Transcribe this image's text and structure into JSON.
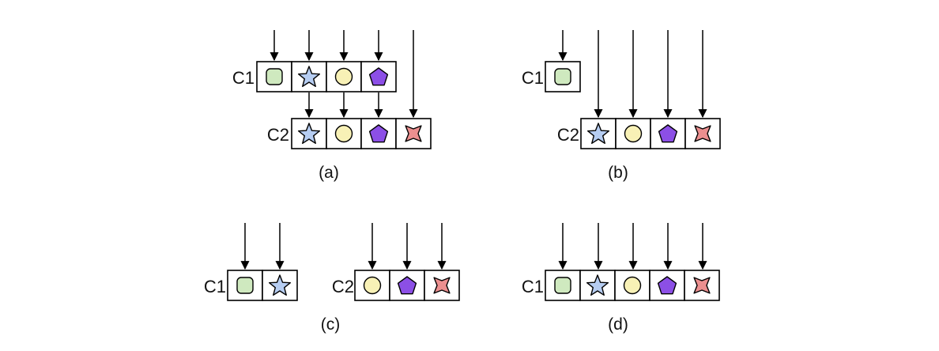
{
  "colors": {
    "square": "#cfe9bf",
    "star": "#b6cdf2",
    "circle": "#f8f1b6",
    "pentagon": "#8c4fe6",
    "cross": "#ec8f8f"
  },
  "icons": {
    "square": "rounded-square-icon",
    "star": "star-icon",
    "circle": "circle-icon",
    "pentagon": "pentagon-icon",
    "cross": "four-point-star-icon"
  },
  "panels": [
    {
      "caption": "(a)",
      "caches": [
        {
          "label": "C1",
          "items": [
            "square",
            "star",
            "circle",
            "pentagon"
          ]
        },
        {
          "label": "C2",
          "items": [
            "star",
            "circle",
            "pentagon",
            "cross"
          ]
        }
      ]
    },
    {
      "caption": "(b)",
      "caches": [
        {
          "label": "C1",
          "items": [
            "square"
          ]
        },
        {
          "label": "C2",
          "items": [
            "star",
            "circle",
            "pentagon",
            "cross"
          ]
        }
      ]
    },
    {
      "caption": "(c)",
      "caches": [
        {
          "label": "C1",
          "items": [
            "square",
            "star"
          ]
        },
        {
          "label": "C2",
          "items": [
            "circle",
            "pentagon",
            "cross"
          ]
        }
      ]
    },
    {
      "caption": "(d)",
      "caches": [
        {
          "label": "C1",
          "items": [
            "square",
            "star",
            "circle",
            "pentagon",
            "cross"
          ]
        }
      ]
    }
  ]
}
